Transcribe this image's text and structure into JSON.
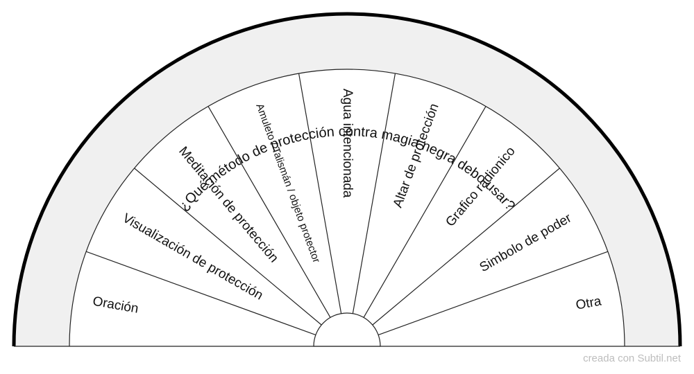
{
  "title": "¿Qué método de protección contra magia negra debo usar?",
  "options": [
    "Oración",
    "Visualización de protección",
    "Meditación de protección",
    "Amuleto / Talismán / objeto protector",
    "Agua intencionada",
    "Altar de protección",
    "Grafico radionico",
    "Simbolo de poder",
    "Otra"
  ],
  "credit": "creada con Subtil.net",
  "colors": {
    "ring": "#000000",
    "band": "#f0f0f0",
    "lines": "#222222"
  }
}
